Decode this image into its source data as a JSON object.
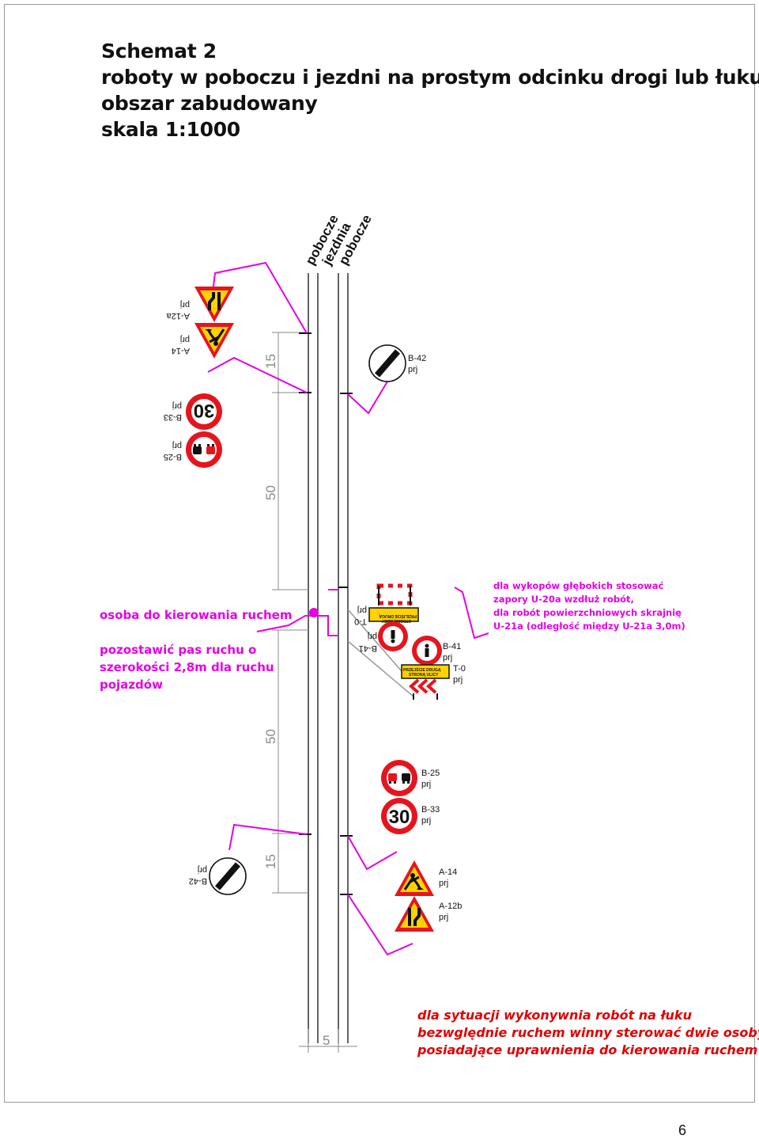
{
  "title": {
    "line1": "Schemat 2",
    "line2": "roboty w poboczu i jezdni na prostym odcinku drogi lub łuku",
    "line3": "obszar zabudowany",
    "line4": "skala 1:1000"
  },
  "road_labels": [
    "pobocze",
    "jezdnia",
    "pobocze"
  ],
  "dimensions": {
    "upper_15": "15",
    "upper_50": "50",
    "lower_50": "50",
    "lower_15": "15",
    "width_5": "5"
  },
  "notes": {
    "operator": "osoba do kierowania ruchem",
    "lane_line1": "pozostawić pas ruchu o",
    "lane_line2": "szerokości 2,8m dla ruchu",
    "lane_line3": "pojazdów",
    "excav_line1": "dla wykopów głębokich stosować",
    "excav_line2": "zapory U-20a wzdłuż robót,",
    "excav_line3": "dla robót powierzchniowych skrajnię",
    "excav_line4": "U-21a (odległość między U-21a 3,0m)",
    "curve_line1": "dla sytuacji wykonywnia robót na łuku",
    "curve_line2": "bezwględnie  ruchem winny sterować dwie osoby",
    "curve_line3": "posiadające uprawnienia do kierowania ruchem"
  },
  "signs": {
    "a12a_code": "A-12a",
    "a12b_code": "A-12b",
    "a14_code": "A-14",
    "b42_code": "B-42",
    "b33_code": "B-33",
    "b25_code": "B-25",
    "b41_code": "B-41",
    "t0_code": "T-0",
    "prj": "prj",
    "speed_value": "30",
    "plate_text_line1": "PRZEJŚCIE DRUGĄ",
    "plate_text_line2": "STRONĄ ULICY"
  },
  "page_number": "6",
  "colors": {
    "magenta": "#e600e6",
    "red_note": "#e00000",
    "sign_red": "#e5151d",
    "sign_yellow": "#ffd200"
  }
}
